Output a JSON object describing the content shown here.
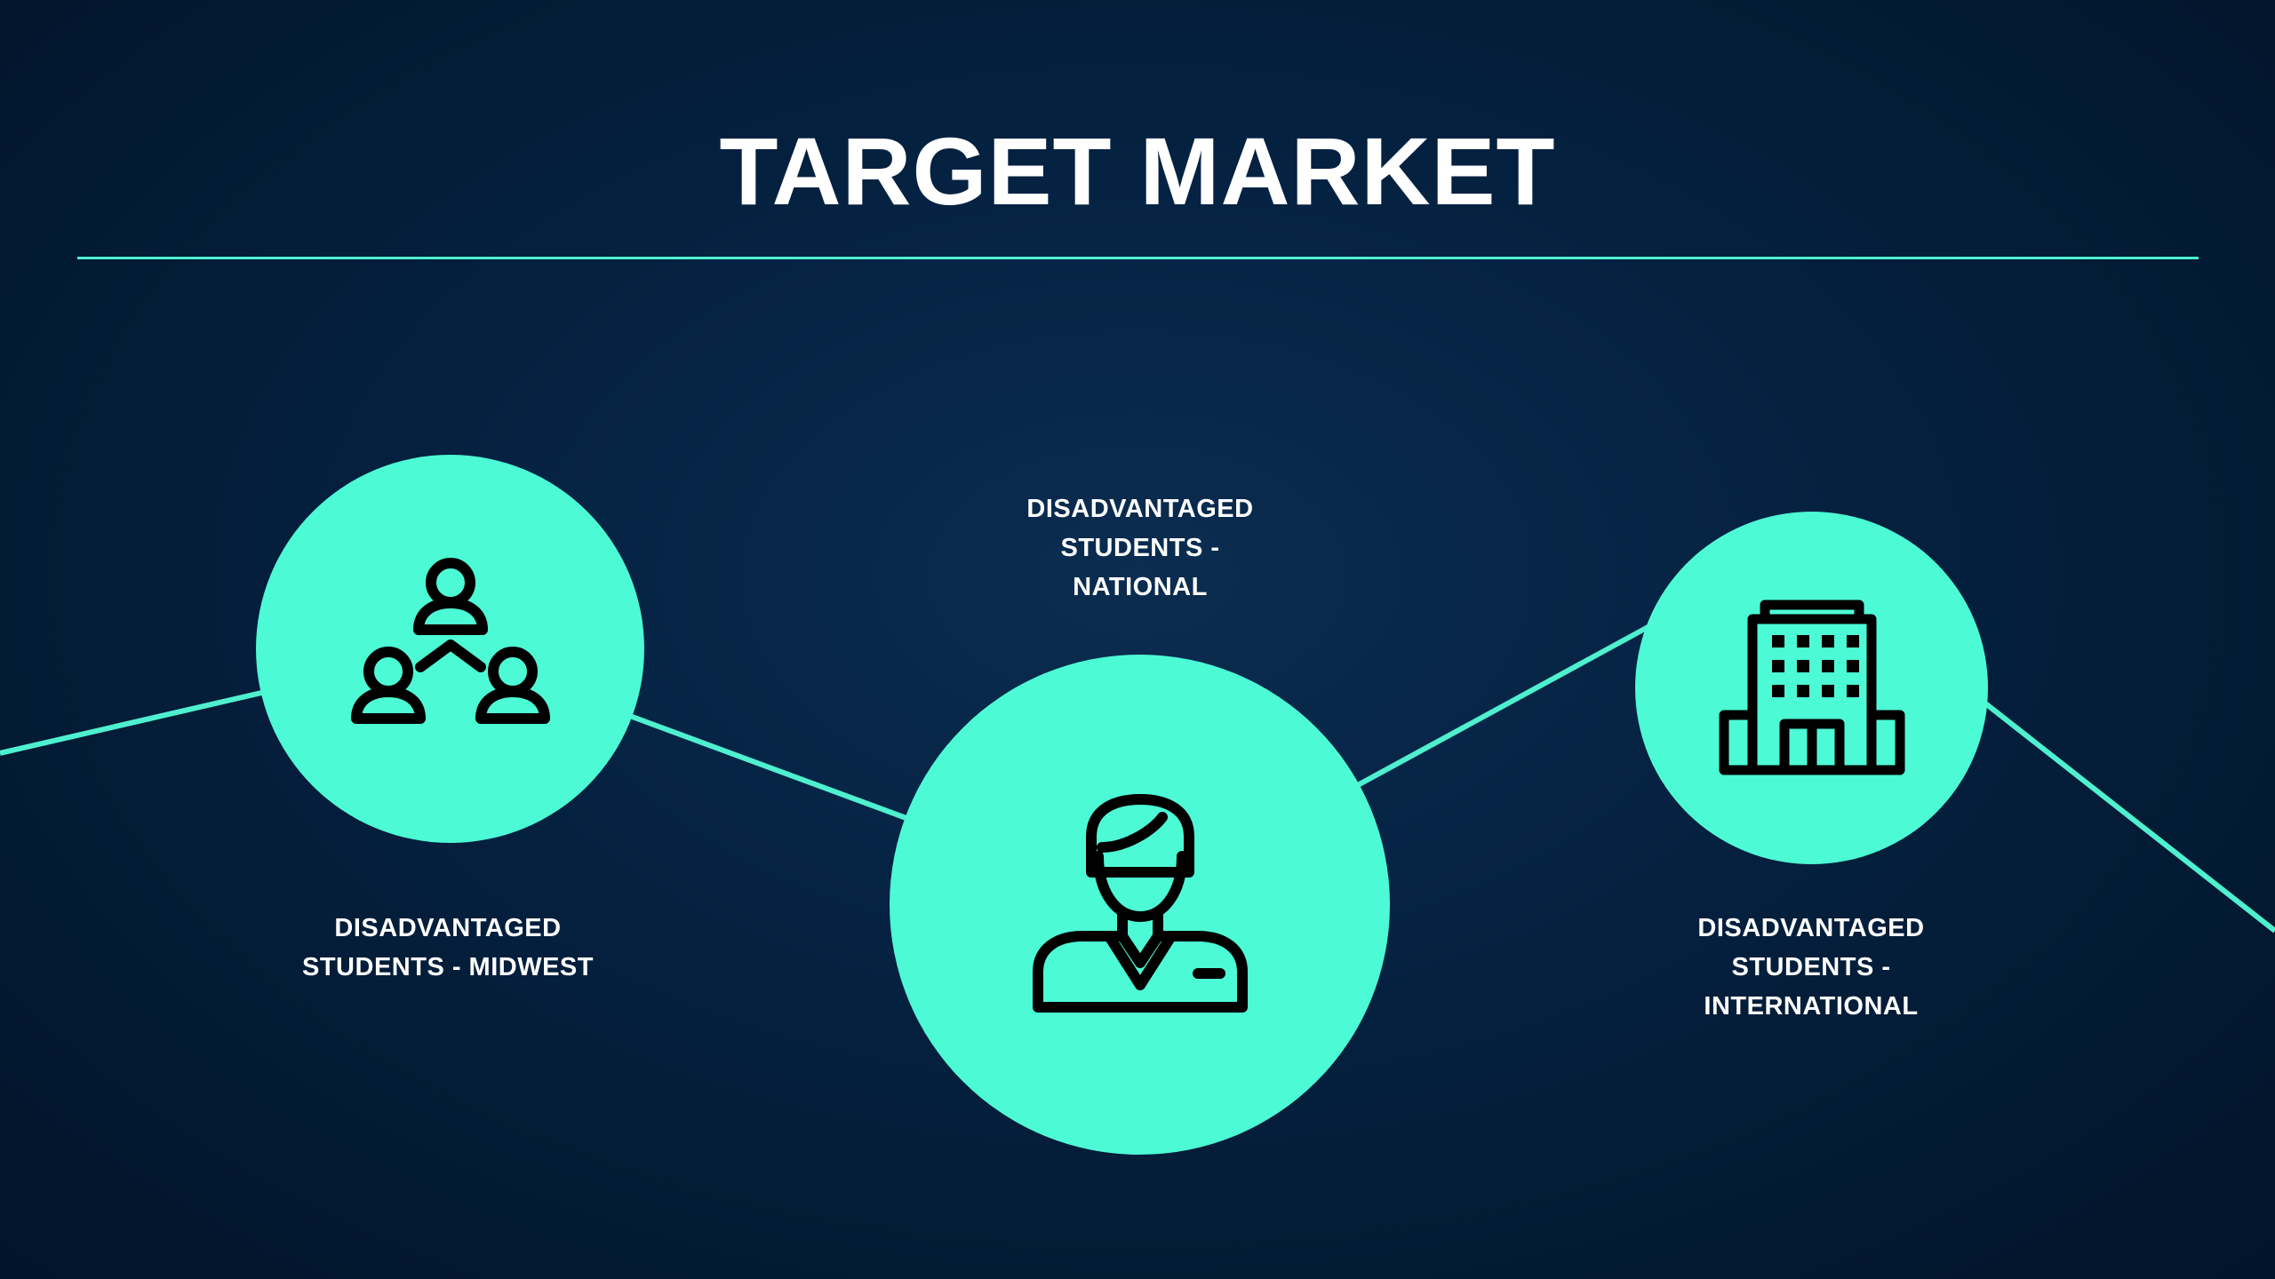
{
  "slide": {
    "title": "TARGET MARKET"
  },
  "colors": {
    "background": "#031a33",
    "accent": "#4dfad6",
    "icon_stroke": "#000000",
    "text": "#ffffff"
  },
  "segments": [
    {
      "icon": "people-network-icon",
      "label": "DISADVANTAGED\nSTUDENTS - MIDWEST"
    },
    {
      "icon": "student-person-icon",
      "label": "DISADVANTAGED\nSTUDENTS -\nNATIONAL"
    },
    {
      "icon": "building-icon",
      "label": "DISADVANTAGED\nSTUDENTS -\nINTERNATIONAL"
    }
  ]
}
